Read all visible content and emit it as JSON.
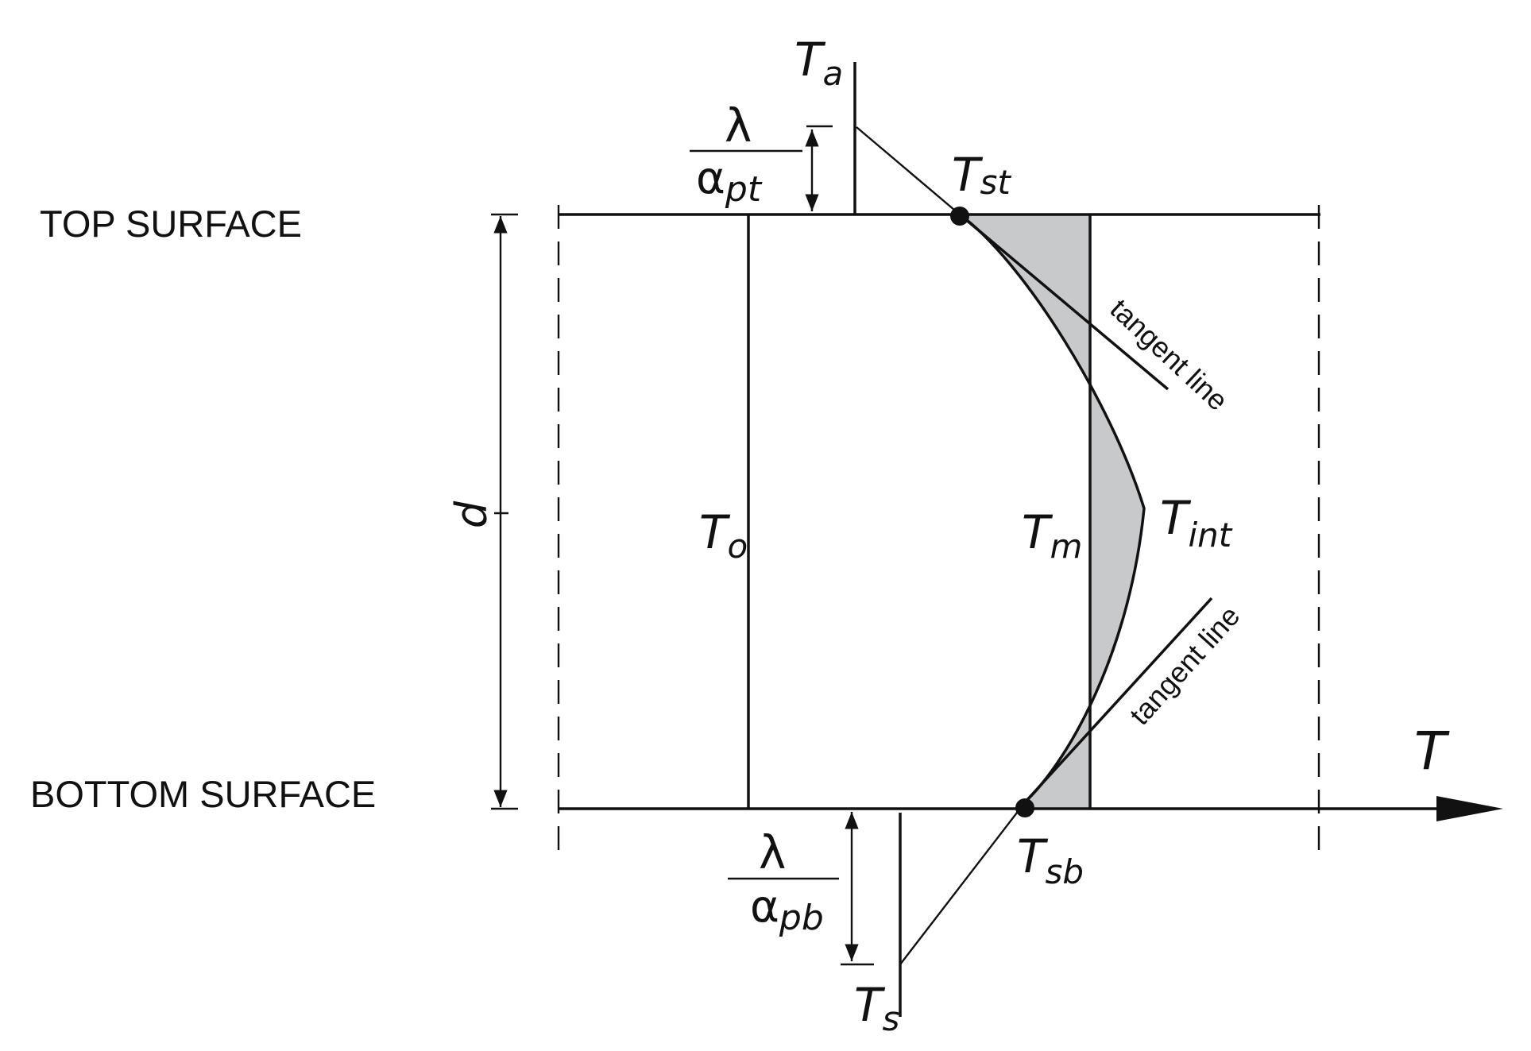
{
  "labels": {
    "top_surface": "TOP SURFACE",
    "bottom_surface": "BOTTOM SURFACE",
    "thickness": "d",
    "axis": "T",
    "tangent_top": "tangent line",
    "tangent_bottom": "tangent line",
    "lambda_top": "λ",
    "alpha_top": "α",
    "alpha_top_sub": "pt",
    "lambda_bottom": "λ",
    "alpha_bottom": "α",
    "alpha_bottom_sub": "pb",
    "Ta": {
      "main": "T",
      "sub": "a"
    },
    "Tst": {
      "main": "T",
      "sub": "st"
    },
    "To": {
      "main": "T",
      "sub": "o"
    },
    "Tm": {
      "main": "T",
      "sub": "m"
    },
    "Tint": {
      "main": "T",
      "sub": "int"
    },
    "Tsb": {
      "main": "T",
      "sub": "sb"
    },
    "Ts": {
      "main": "T",
      "sub": "s"
    }
  },
  "colors": {
    "line": "#111111",
    "shaded_region": "#c8c9cb"
  }
}
